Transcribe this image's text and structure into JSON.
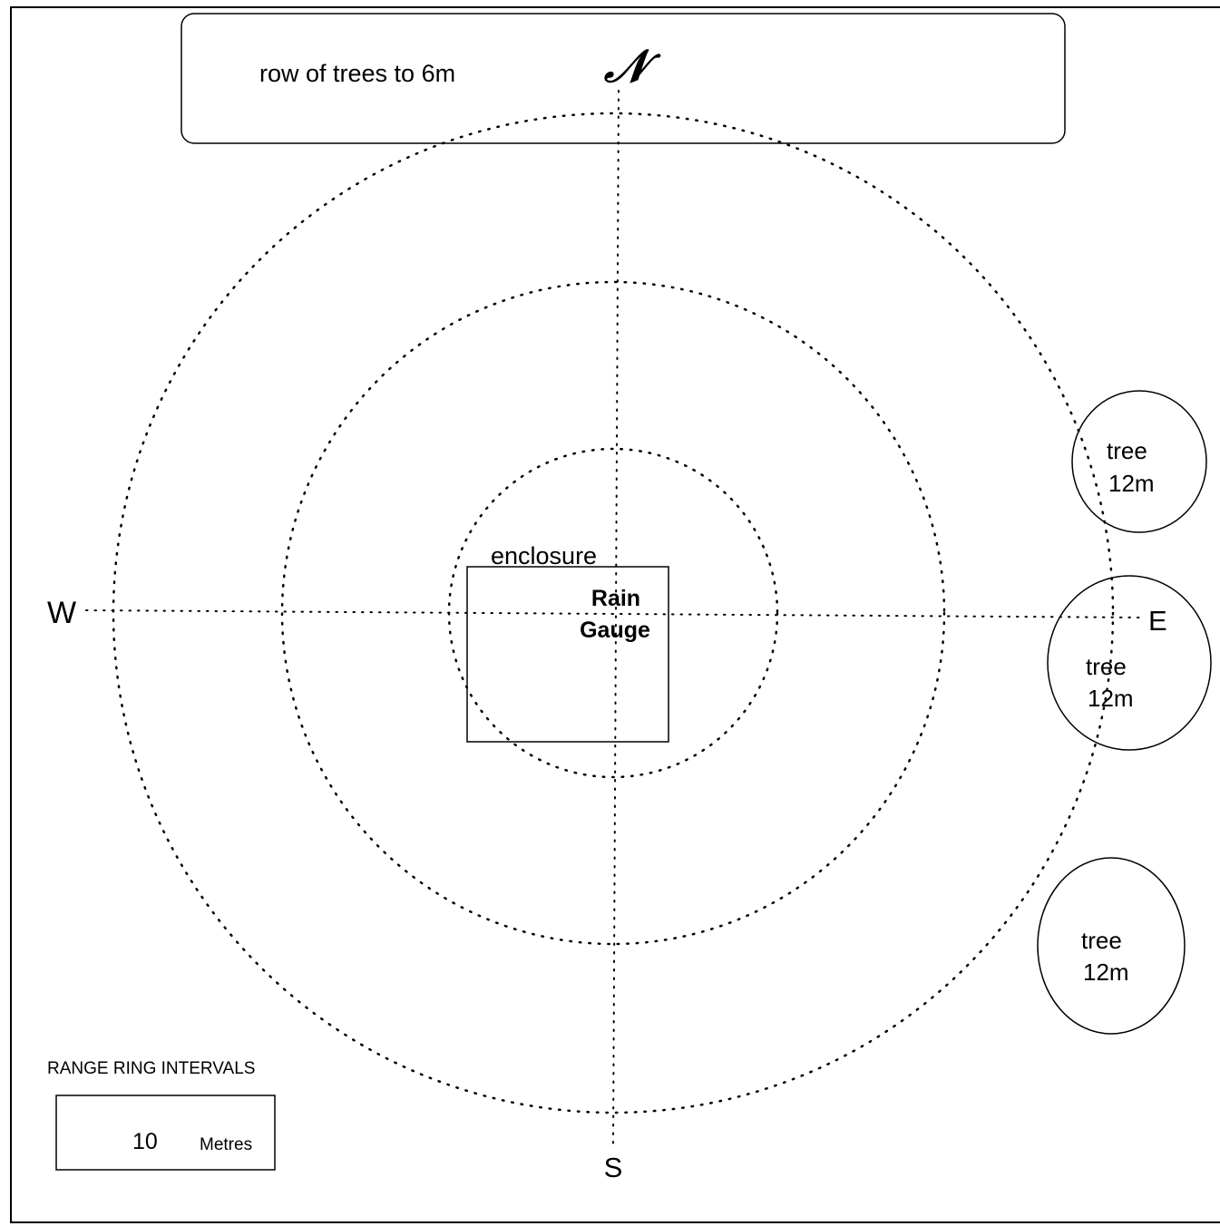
{
  "compass": {
    "north": "𝒩",
    "south": "S",
    "east": "E",
    "west": "W"
  },
  "features": {
    "tree_row": "row of trees to 6m",
    "enclosure": "enclosure",
    "gauge_line1": "Rain",
    "gauge_line2": "Gauge",
    "trees": [
      {
        "line1": "tree",
        "line2": "12m"
      },
      {
        "line1": "tree",
        "line2": "12m"
      },
      {
        "line1": "tree",
        "line2": "12m"
      }
    ]
  },
  "legend": {
    "title": "RANGE RING INTERVALS",
    "value": "10",
    "unit": "Metres"
  },
  "colors": {
    "line": "#000000",
    "background": "#ffffff"
  }
}
